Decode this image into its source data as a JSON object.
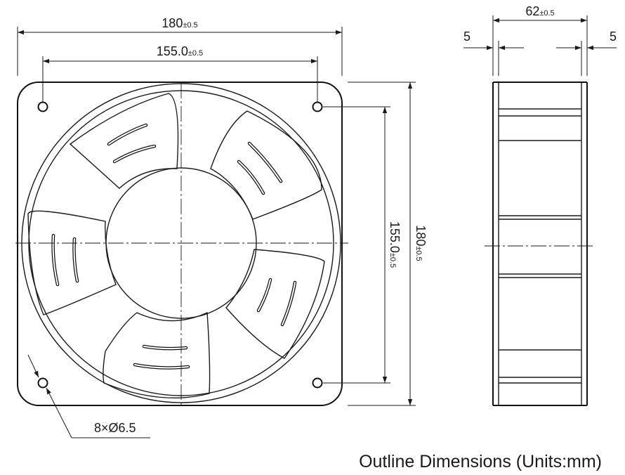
{
  "front_view": {
    "overall_width": {
      "value": "180",
      "tolerance": "±0.5"
    },
    "hole_spacing_horizontal": {
      "value": "155.0",
      "tolerance": "±0.5"
    },
    "hole_spacing_vertical": {
      "value": "155.0",
      "tolerance": "±0.5"
    },
    "overall_height": {
      "value": "180",
      "tolerance": "±0.5"
    },
    "mounting_holes": "8×Ø6.5"
  },
  "side_view": {
    "depth": {
      "value": "62",
      "tolerance": "±0.5"
    },
    "flange_left": "5",
    "flange_right": "5"
  },
  "caption": "Outline Dimensions (Units:mm)"
}
